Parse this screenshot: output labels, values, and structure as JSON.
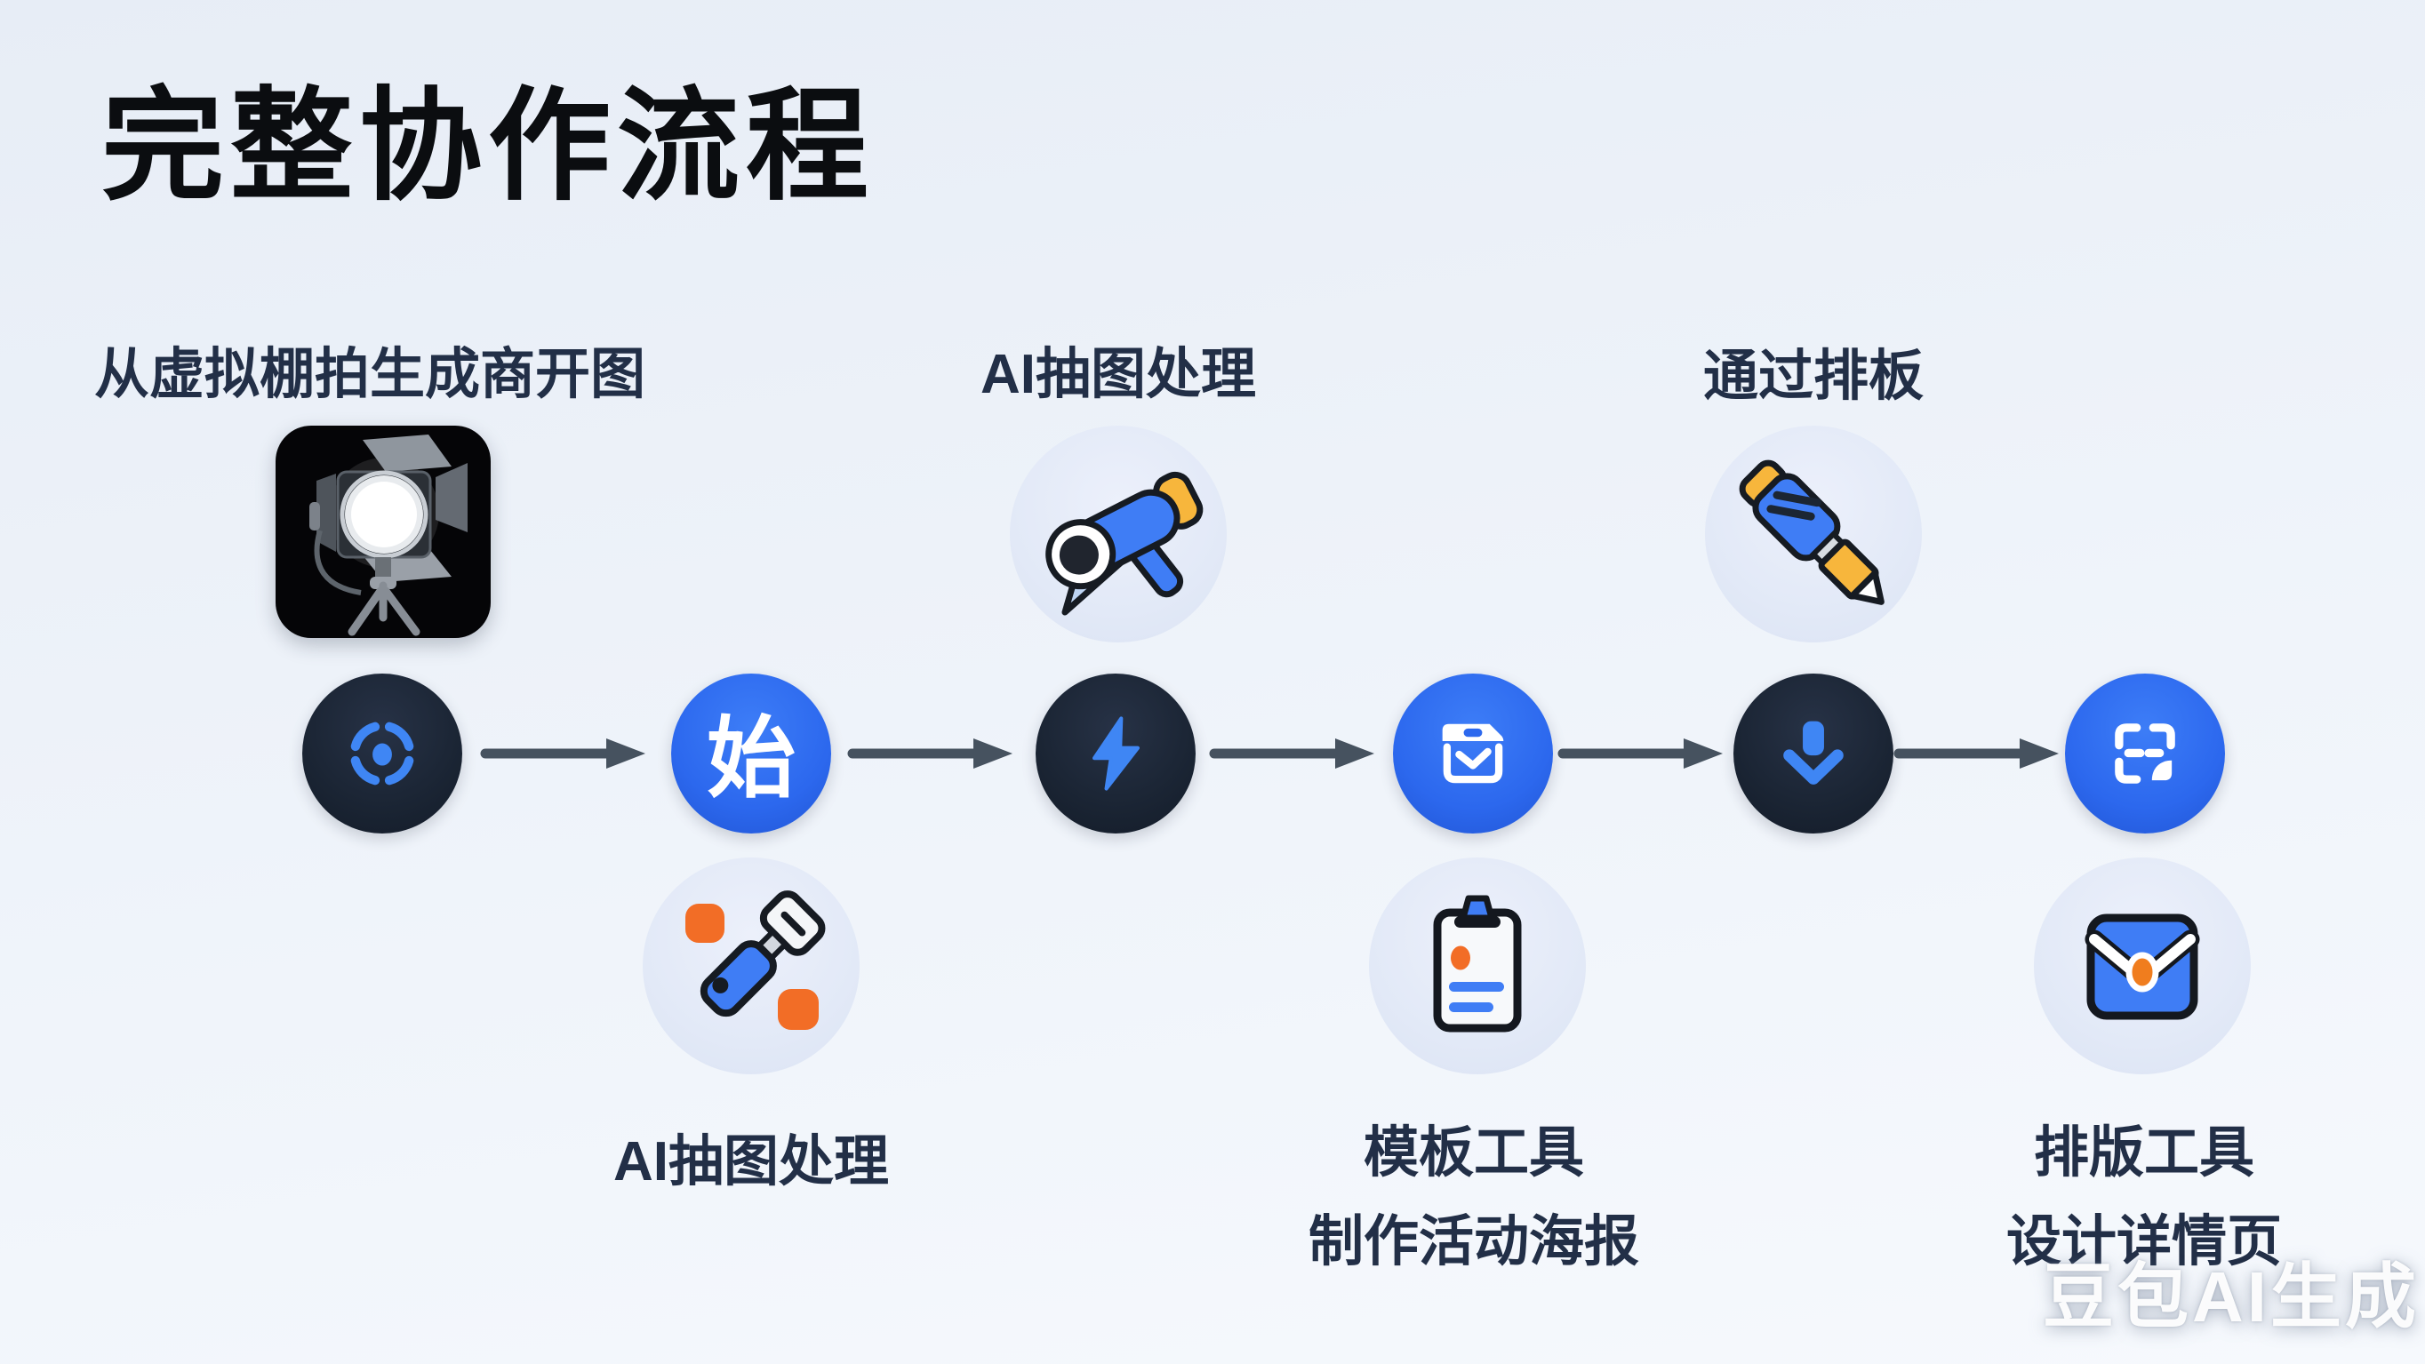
{
  "page": {
    "title": "完整协作流程",
    "watermark": "豆包AI生成"
  },
  "colors": {
    "accent_blue": "#2c68ee",
    "icon_blue": "#3f86f4",
    "dark_navy": "#1a2433",
    "light_bubble": "#e2e9f7",
    "arrow_gray": "#46525f",
    "orange": "#f26d26",
    "yellow": "#f7b63c",
    "label_navy": "#222f47"
  },
  "top_labels": [
    {
      "text": "从虚拟棚拍生成商开图"
    },
    {
      "text": "AI抽图处理"
    },
    {
      "text": "通过排板"
    }
  ],
  "flow": {
    "steps": [
      {
        "icon": "focus-target-icon",
        "style": "dark"
      },
      {
        "icon": "start-character-badge",
        "style": "blue",
        "label": "始"
      },
      {
        "icon": "lightning-icon",
        "style": "dark"
      },
      {
        "icon": "archive-check-icon",
        "style": "blue"
      },
      {
        "icon": "download-icon",
        "style": "dark"
      },
      {
        "icon": "scan-frame-icon",
        "style": "blue"
      }
    ]
  },
  "illustrations": [
    {
      "name": "studio-light-photo"
    },
    {
      "name": "telescope-icon"
    },
    {
      "name": "marker-pen-icon"
    },
    {
      "name": "paint-roller-icon"
    },
    {
      "name": "clipboard-icon"
    },
    {
      "name": "envelope-icon"
    }
  ],
  "bottom_labels": [
    {
      "lines": [
        "AI抽图处理"
      ]
    },
    {
      "lines": [
        "模板工具",
        "制作活动海报"
      ]
    },
    {
      "lines": [
        "排版工具",
        "设计详情页"
      ]
    }
  ]
}
